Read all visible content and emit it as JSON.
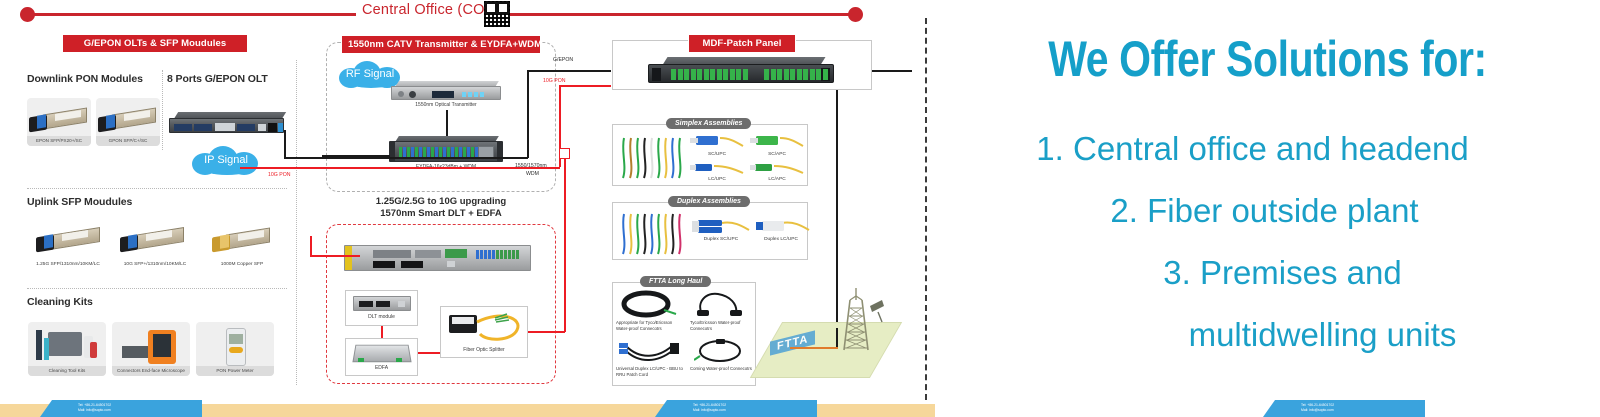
{
  "diagram": {
    "co_label": "Central Office (CO)",
    "qr_name": "qr-code",
    "banners": {
      "olt": "G/EPON OLTs & SFP Moudules",
      "catv": "1550nm CATV Transmitter & EYDFA+WDM",
      "mdf": "MDF-Patch Panel"
    },
    "sections": {
      "downlink": "Downlink PON Modules",
      "olt8": "8 Ports G/EPON OLT",
      "uplink": "Uplink SFP Moudules",
      "cleaning": "Cleaning Kits"
    },
    "downlink_modules": [
      {
        "caption": "EPON SFP/PX20+/SC"
      },
      {
        "caption": "GPON SFP/C+/SC"
      }
    ],
    "uplink_modules": [
      {
        "caption": "1.25G SFP/1310nm/10KM/LC"
      },
      {
        "caption": "10G SFP+/1310nm/10KM/LC"
      },
      {
        "caption": "1000M Copper SFP"
      }
    ],
    "cleaning_kits": [
      {
        "caption": "Cleaning Tool Kits"
      },
      {
        "caption": "Connectors End-face Microscope"
      },
      {
        "caption": "PON Power Meter"
      }
    ],
    "clouds": {
      "rf": "RF Signal",
      "ip": "IP Signal"
    },
    "devices": {
      "transmitter": "1550nm Optical Transmitter",
      "eydfa": "EYDFA-16x23dBm + WDM",
      "dlt_module": "DLT module",
      "edfa": "EDFA",
      "splitter": "Fiber Optic Splitter"
    },
    "upgrade_note_line1": "1.25G/2.5G to 10G upgrading",
    "upgrade_note_line2": "1570nm Smart DLT + EDFA",
    "wire_labels": {
      "gepon": "G/EPON",
      "gepon2": "G/EPON",
      "pon10g": "10G PON",
      "pon10g2": "10G PON",
      "wdm_line1": "1550/1570nm",
      "wdm_line2": "WDM"
    },
    "assemblies": {
      "simplex_title": "Simplex Assemblies",
      "simplex_items": [
        "SC/UPC",
        "SC/APC",
        "LC/UPC",
        "LC/APC"
      ],
      "duplex_title": "Duplex Assemblies",
      "duplex_items": [
        "Duplex SC/UPC",
        "Duplex LC/UPC"
      ],
      "ftta_title": "FTTA Long Haul",
      "ftta_items": [
        "Appropriate for Tyco/Ericsson Water-proof Connecotrs",
        "Tyco/Ericsson Water-proof Connecotrs",
        "Universal Duplex LC/UPC - BBU to RRU Patch Cord",
        "Corning Water-proof Connecotrs"
      ]
    },
    "ftta_tag": "FTTA"
  },
  "right_panel": {
    "headline": "We Offer Solutions for:",
    "bullets": [
      "1. Central office and headend",
      "2. Fiber outside plant",
      "3. Premises and",
      "multidwelling units"
    ]
  },
  "footer": {
    "contacts": [
      {
        "tel": "Tel: +86-21-64501702",
        "mail": "Mail: info@sopto.com"
      },
      {
        "tel": "Tel: +86-21-64501702",
        "mail": "Mail: info@sopto.com"
      },
      {
        "tel": "Tel: +86-21-64501702",
        "mail": "Mail: info@sopto.com"
      }
    ]
  },
  "colors": {
    "brand_cyan": "#159fc9",
    "banner_red": "#cf2027",
    "rail_red": "#c9252d",
    "wire_red": "#ed1c24",
    "cloud_blue": "#3ab0e8"
  }
}
